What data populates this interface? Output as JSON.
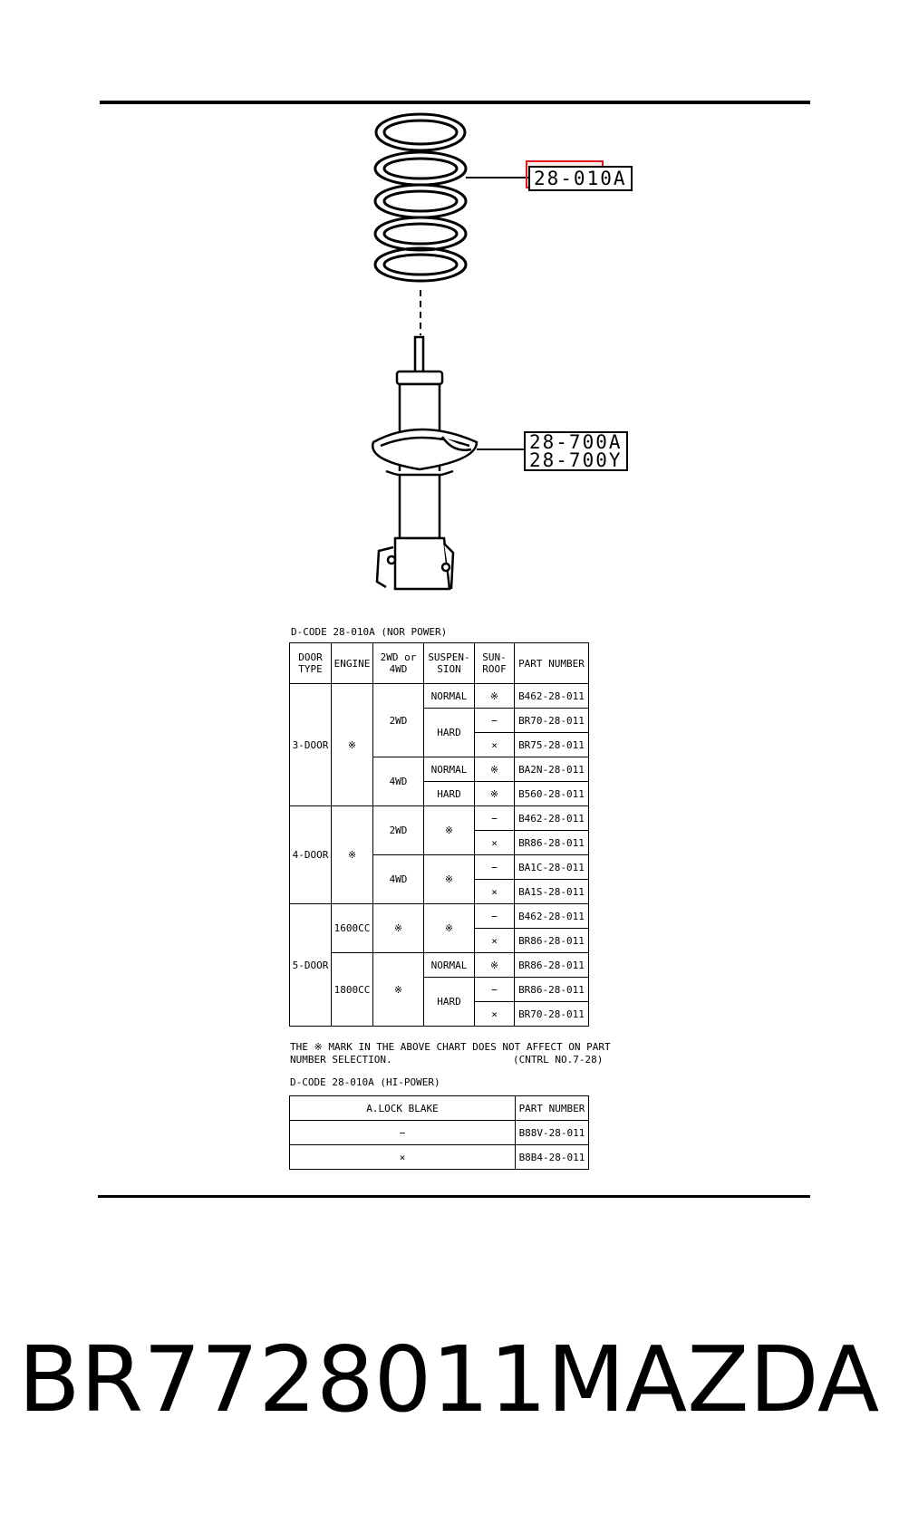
{
  "callouts": {
    "spring": "28-010A",
    "strut_1": "28-700A",
    "strut_2": "28-700Y"
  },
  "table_nor": {
    "caption": "D-CODE 28-010A  (NOR POWER)",
    "headers": [
      "DOOR TYPE",
      "ENGINE",
      "2WD or 4WD",
      "SUSPEN-SION",
      "SUN-ROOF",
      "PART NUMBER"
    ],
    "door_types": [
      "3-DOOR",
      "4-DOOR",
      "5-DOOR"
    ],
    "engines": [
      "※",
      "※",
      "1600CC",
      "1800CC"
    ],
    "drives": [
      "2WD",
      "4WD",
      "2WD",
      "4WD",
      "※",
      "※"
    ],
    "suspensions": [
      "NORMAL",
      "HARD",
      "NORMAL",
      "HARD",
      "※",
      "※",
      "※",
      "NORMAL",
      "HARD"
    ],
    "sunroofs": [
      "※",
      "−",
      "×",
      "※",
      "※",
      "−",
      "×",
      "−",
      "×",
      "−",
      "×",
      "※",
      "−",
      "×"
    ],
    "part_numbers": [
      "B462-28-011",
      "BR70-28-011",
      "BR75-28-011",
      "BA2N-28-011",
      "B560-28-011",
      "B462-28-011",
      "BR86-28-011",
      "BA1C-28-011",
      "BA1S-28-011",
      "B462-28-011",
      "BR86-28-011",
      "BR86-28-011",
      "BR86-28-011",
      "BR70-28-011"
    ]
  },
  "note": {
    "line1": "THE ※ MARK IN THE ABOVE CHART DOES NOT AFFECT ON PART",
    "line2": "NUMBER SELECTION.",
    "ref": "(CNTRL NO.7-28)"
  },
  "table_hi": {
    "caption": "D-CODE 28-010A  (HI-POWER)",
    "headers": [
      "A.LOCK BLAKE",
      "PART NUMBER"
    ],
    "rows": [
      {
        "option": "−",
        "part": "B88V-28-011"
      },
      {
        "option": "×",
        "part": "B8B4-28-011"
      }
    ]
  },
  "footer": {
    "part": "BR7728011",
    "brand": "MAZDA"
  }
}
